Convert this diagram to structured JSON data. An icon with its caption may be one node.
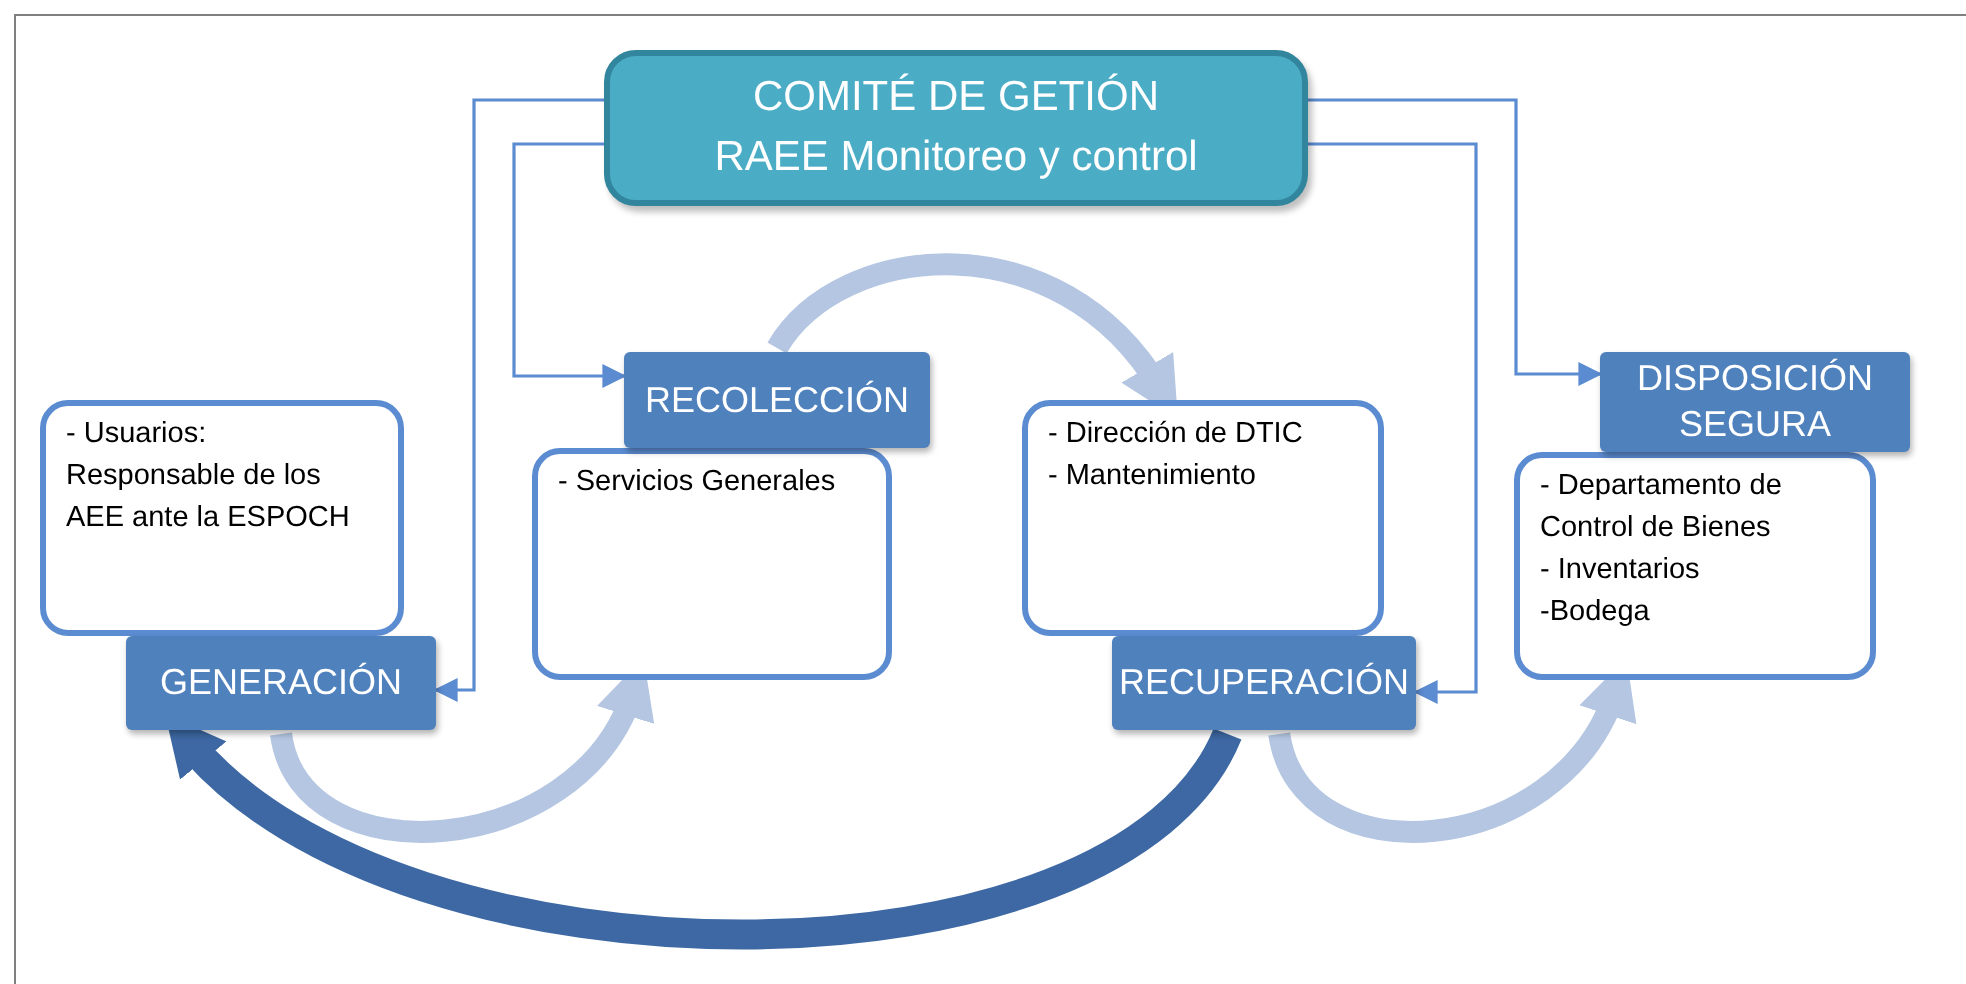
{
  "diagram": {
    "nodes": [
      {
        "text": [
          "COMITÉ DE GETIÓN",
          "RAEE Monitoreo y control"
        ]
      },
      {
        "text": [
          "- Usuarios: Responsable de los AEE ante la ESPOCH"
        ]
      },
      {
        "text": [
          "GENERACIÓN"
        ]
      },
      {
        "text": [
          "- Servicios Generales"
        ]
      },
      {
        "text": [
          "RECOLECCIÓN"
        ]
      },
      {
        "text": [
          "- Dirección de DTIC",
          "- Mantenimiento"
        ]
      },
      {
        "text": [
          "RECUPERACIÓN"
        ]
      },
      {
        "text": [
          "- Departamento de Control de Bienes",
          "- Inventarios",
          "-Bodega"
        ]
      },
      {
        "text": [
          "DISPOSICIÓN SEGURA"
        ]
      }
    ],
    "edges": [
      {
        "from": 0,
        "to": 2,
        "arrow": "to"
      },
      {
        "from": 0,
        "to": 4,
        "arrow": "to"
      },
      {
        "from": 0,
        "to": 8,
        "arrow": "to"
      },
      {
        "from": 0,
        "to": 6,
        "arrow": "to"
      },
      {
        "from": 2,
        "to": 3,
        "arrow": "to",
        "style": "thick",
        "color": "#b4c6e1"
      },
      {
        "from": 4,
        "to": 5,
        "arrow": "to",
        "style": "thick",
        "color": "#b4c6e1"
      },
      {
        "from": 6,
        "to": 7,
        "arrow": "to",
        "style": "thick",
        "color": "#b4c6e1"
      },
      {
        "from": 6,
        "to": 2,
        "arrow": "to",
        "style": "thick",
        "color": "#3d68a3"
      }
    ]
  }
}
